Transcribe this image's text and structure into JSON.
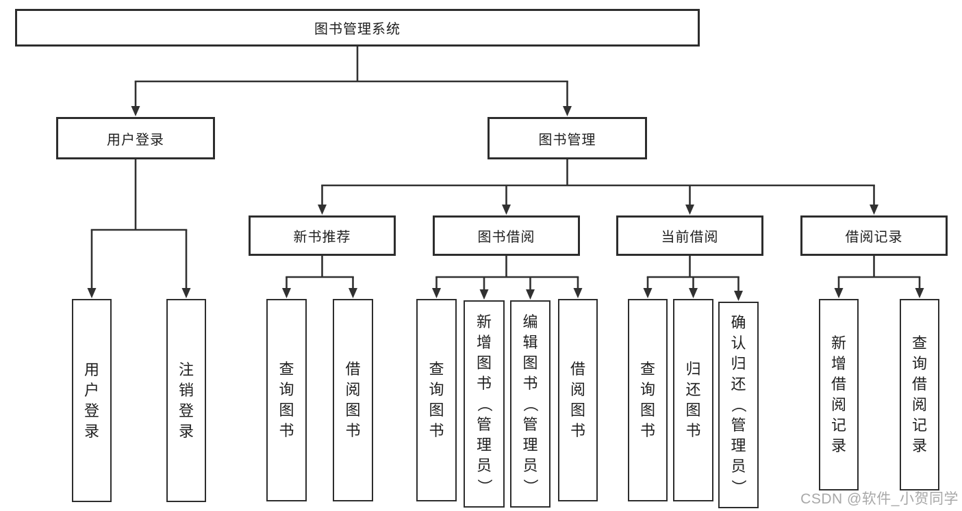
{
  "diagram": {
    "type": "hierarchy-tree",
    "title": "图书管理系统",
    "watermark": "CSDN @软件_小贺同学",
    "colors": {
      "line": "#313131",
      "box_border": "#2d2d2d",
      "box_background": "#ffffff",
      "text": "#1f1f1f",
      "watermark": "#a8a8a8",
      "page_background": "#ffffff"
    },
    "nodes": [
      {
        "id": "root",
        "label": "图书管理系统",
        "parent": null
      },
      {
        "id": "user-login-group",
        "label": "用户登录",
        "parent": "root"
      },
      {
        "id": "book-mgmt",
        "label": "图书管理",
        "parent": "root"
      },
      {
        "id": "user-login",
        "label": "用户登录",
        "parent": "user-login-group"
      },
      {
        "id": "logout",
        "label": "注销登录",
        "parent": "user-login-group"
      },
      {
        "id": "new-book-rec",
        "label": "新书推荐",
        "parent": "book-mgmt"
      },
      {
        "id": "book-borrow",
        "label": "图书借阅",
        "parent": "book-mgmt"
      },
      {
        "id": "current-borrow",
        "label": "当前借阅",
        "parent": "book-mgmt"
      },
      {
        "id": "borrow-records",
        "label": "借阅记录",
        "parent": "book-mgmt"
      },
      {
        "id": "query-books-1",
        "label": "查询图书",
        "parent": "new-book-rec"
      },
      {
        "id": "borrow-books-1",
        "label": "借阅图书",
        "parent": "new-book-rec"
      },
      {
        "id": "query-books-2",
        "label": "查询图书",
        "parent": "book-borrow"
      },
      {
        "id": "add-books",
        "label": "新增图书（管理员）",
        "parent": "book-borrow"
      },
      {
        "id": "edit-books",
        "label": "编辑图书（管理员）",
        "parent": "book-borrow"
      },
      {
        "id": "borrow-books-2",
        "label": "借阅图书",
        "parent": "book-borrow"
      },
      {
        "id": "query-books-3",
        "label": "查询图书",
        "parent": "current-borrow"
      },
      {
        "id": "return-books",
        "label": "归还图书",
        "parent": "current-borrow"
      },
      {
        "id": "confirm-return",
        "label": "确认归还（管理员）",
        "parent": "current-borrow"
      },
      {
        "id": "add-borrow-record",
        "label": "新增借阅记录",
        "parent": "borrow-records"
      },
      {
        "id": "query-borrow-record",
        "label": "查询借阅记录",
        "parent": "borrow-records"
      }
    ]
  }
}
